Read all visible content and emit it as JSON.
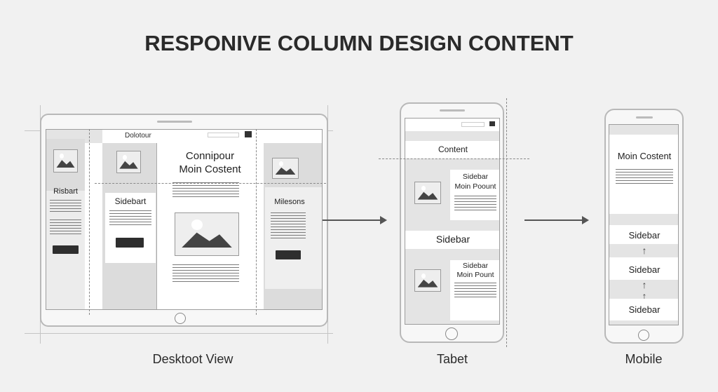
{
  "title": "RESPONIVE COLUMN DESIGN CONTENT",
  "desktop": {
    "label": "Desktoot View",
    "header": "Dolotour",
    "left_sidebar": "Risbart",
    "sidebar": "Sidebart",
    "main_title_1": "Connipour",
    "main_title_2": "Moin Costent",
    "right_sidebar": "Milesons"
  },
  "tablet": {
    "label": "Tabet",
    "content": "Content",
    "block1_title_1": "Sidebar",
    "block1_title_2": "Moin Poount",
    "sidebar": "Sidebar",
    "block2_title_1": "Sidebar",
    "block2_title_2": "Moin Pount"
  },
  "mobile": {
    "label": "Mobile",
    "main": "Moin Costent",
    "sidebars": [
      "Sidebar",
      "Sidebar",
      "Sidebar"
    ]
  },
  "icons": [
    "image-icon",
    "image-icon",
    "arrow-right-icon",
    "arrow-up-icon"
  ]
}
